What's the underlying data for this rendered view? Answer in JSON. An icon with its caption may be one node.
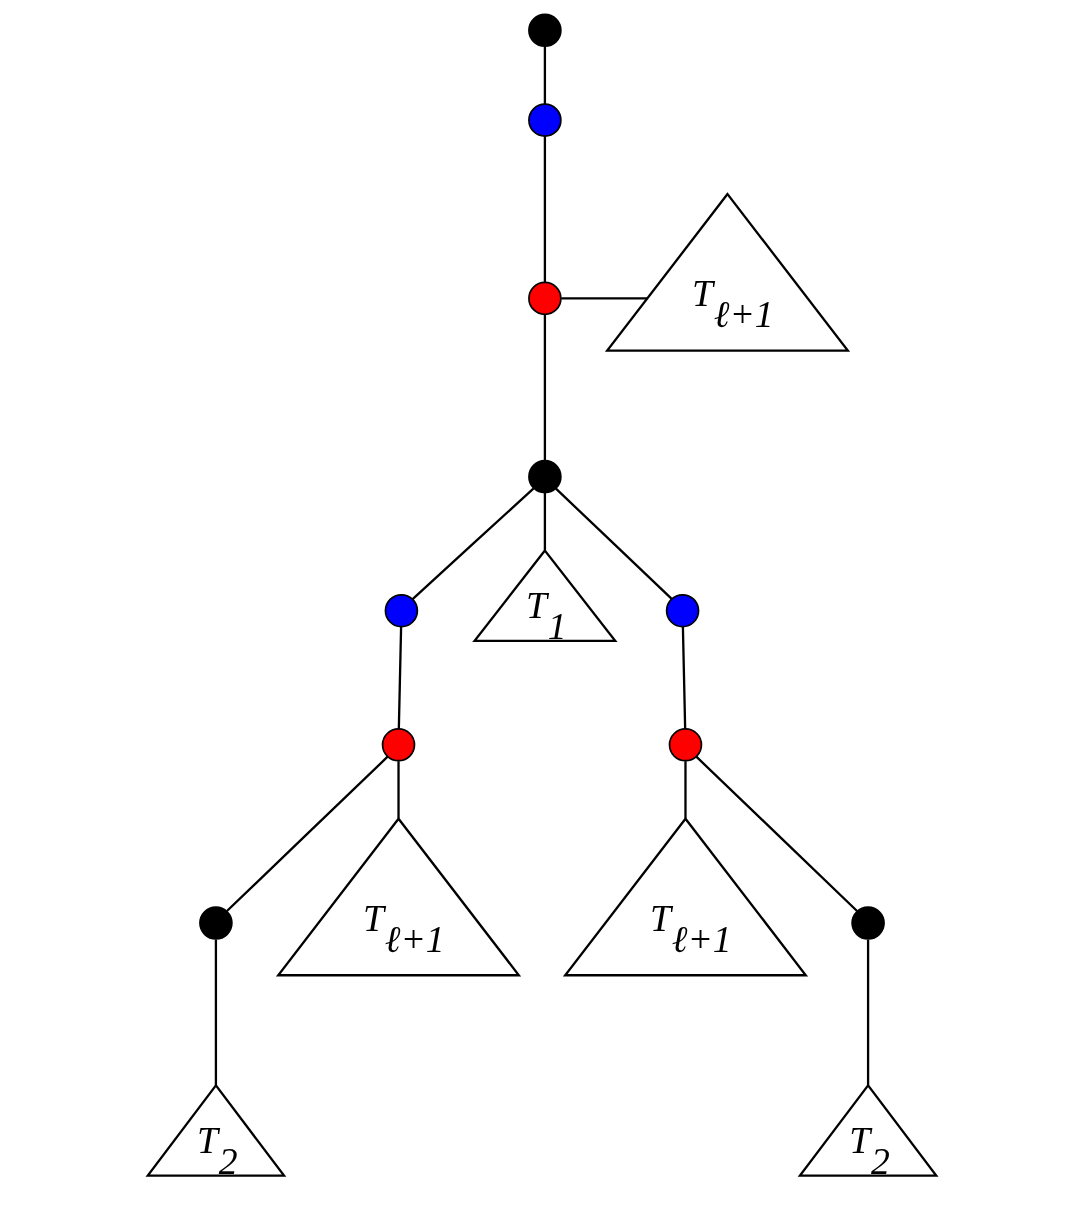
{
  "diagram": {
    "nodes": [
      {
        "text": [],
        "shape": "circle"
      },
      {
        "text": [],
        "shape": "circle"
      },
      {
        "text": [],
        "shape": "circle"
      },
      {
        "text": [
          "T$_{ℓ+1}$"
        ]
      },
      {
        "text": [],
        "shape": "circle"
      },
      {
        "text": [],
        "shape": "circle"
      },
      {
        "text": [
          "T$_{1}$"
        ]
      },
      {
        "text": [],
        "shape": "circle"
      },
      {
        "text": [],
        "shape": "circle"
      },
      {
        "text": [],
        "shape": "circle"
      },
      {
        "text": [],
        "shape": "circle"
      },
      {
        "text": [
          "T$_{ℓ+1}$"
        ]
      },
      {
        "text": [
          "T$_{ℓ+1}$"
        ]
      },
      {
        "text": [],
        "shape": "circle"
      },
      {
        "text": [
          "T$_{2}$"
        ]
      },
      {
        "text": [
          "T$_{2}$"
        ]
      }
    ],
    "edges": [
      {
        "from": 0,
        "to": 1,
        "arrow": "none"
      },
      {
        "from": 1,
        "to": 2,
        "arrow": "none"
      },
      {
        "from": 2,
        "to": 3,
        "arrow": "none"
      },
      {
        "from": 2,
        "to": 4,
        "arrow": "none"
      },
      {
        "from": 4,
        "to": 5,
        "arrow": "none"
      },
      {
        "from": 4,
        "to": 6,
        "arrow": "none"
      },
      {
        "from": 4,
        "to": 7,
        "arrow": "none"
      },
      {
        "from": 5,
        "to": 8,
        "arrow": "none"
      },
      {
        "from": 7,
        "to": 9,
        "arrow": "none"
      },
      {
        "from": 8,
        "to": 10,
        "arrow": "none"
      },
      {
        "from": 8,
        "to": 11,
        "arrow": "none"
      },
      {
        "from": 9,
        "to": 12,
        "arrow": "none"
      },
      {
        "from": 9,
        "to": 13,
        "arrow": "none"
      },
      {
        "from": 10,
        "to": 14,
        "arrow": "none"
      },
      {
        "from": 13,
        "to": 15,
        "arrow": "none"
      }
    ]
  }
}
